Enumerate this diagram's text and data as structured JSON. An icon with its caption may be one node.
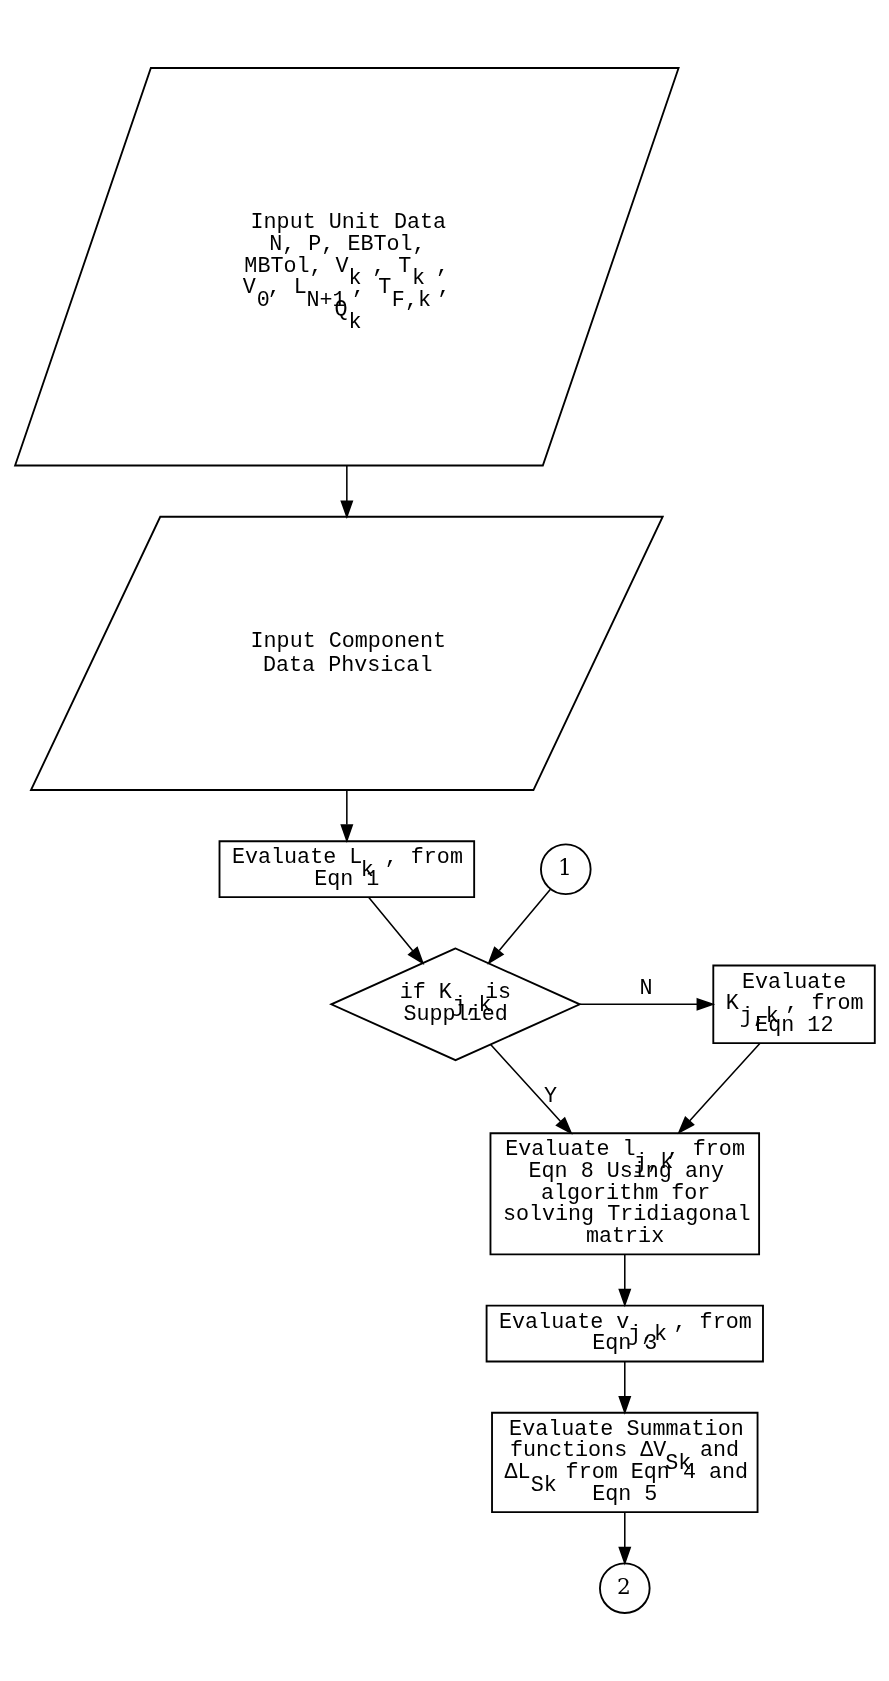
{
  "diagram": {
    "nodes": [
      {
        "text": [
          "Input Unit Data",
          "N, P, EBTol, MBTol, V$_{k}$ , T$_{k}$ , V$_{0}$, L$_{N+1}$ , T$_{F,k}$ , Q$_{k}$"
        ]
      },
      {
        "text": [
          "Input Component Data Phvsical"
        ]
      },
      {
        "text": [
          "Evaluate L$_{k}$ , from Eqn 1"
        ]
      },
      {
        "text": [
          "1"
        ]
      },
      {
        "text": [
          "if K$_{j,k}$is Supplied"
        ]
      },
      {
        "text": [
          "Evaluate K$_{j,k}$ , from Eqn 12"
        ]
      },
      {
        "text": [
          "Evaluate l$_{j,k}$, from Eqn 8 Using any algorithm for solving Tridiagonal matrix"
        ]
      },
      {
        "text": [
          "Evaluate v$_{j,k}$ , from Eqn 3"
        ]
      },
      {
        "text": [
          "Evaluate Summation functions ΔV$_{Sk}$ and ΔL$_{Sk}$ from Eqn 4 and Eqn 5"
        ]
      },
      {
        "text": [
          "2"
        ]
      }
    ],
    "edges": [
      {
        "from": 0,
        "to": 1,
        "arrow": "to"
      },
      {
        "from": 1,
        "to": 2,
        "arrow": "to"
      },
      {
        "from": 2,
        "to": 4,
        "arrow": "to"
      },
      {
        "from": 3,
        "to": 4,
        "arrow": "to"
      },
      {
        "from": 4,
        "to": 5,
        "arrow": "to",
        "label": "N"
      },
      {
        "from": 4,
        "to": 6,
        "arrow": "to",
        "label": "Y"
      },
      {
        "from": 5,
        "to": 6,
        "arrow": "to"
      },
      {
        "from": 6,
        "to": 7,
        "arrow": "to"
      },
      {
        "from": 7,
        "to": 8,
        "arrow": "to"
      },
      {
        "from": 8,
        "to": 9,
        "arrow": "to"
      }
    ]
  }
}
